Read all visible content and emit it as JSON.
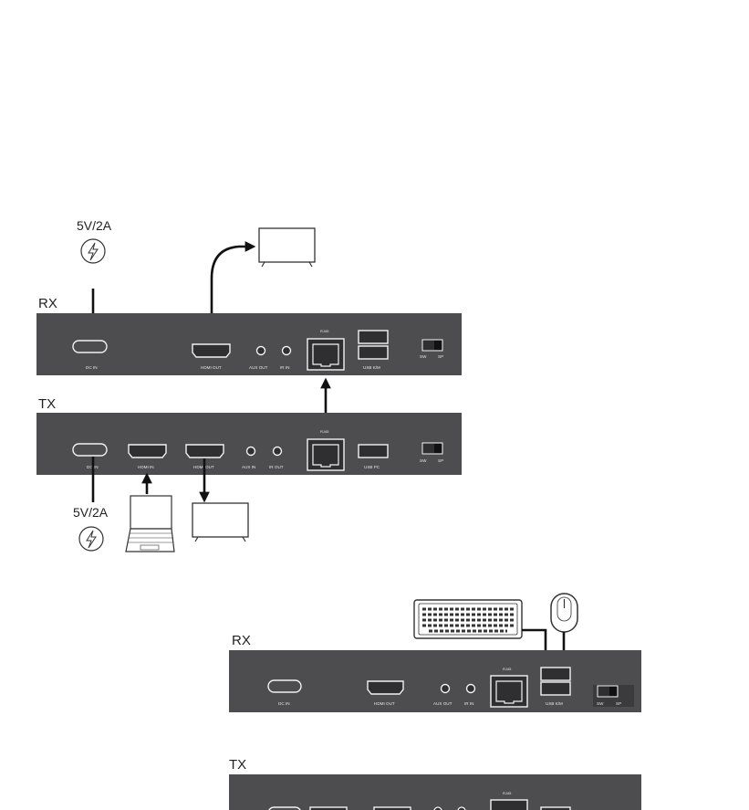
{
  "top_diagram": {
    "rx": {
      "unit_label": "RX",
      "ports": {
        "dc_in": "DC IN",
        "hdmi_out": "HDMI OUT",
        "aux_out": "AUX OUT",
        "ir_in": "IR IN",
        "rj45": "RJ45",
        "usb": "USB K/M",
        "sw": "SW",
        "sp": "SP"
      },
      "power_label": "5V/2A"
    },
    "tx": {
      "unit_label": "TX",
      "ports": {
        "dc_in": "DC IN",
        "hdmi_in": "HDMI IN",
        "hdmi_out": "HDMI OUT",
        "aux_in": "AUX IN",
        "ir_out": "IR OUT",
        "rj45": "RJ45",
        "usb": "USB PC",
        "sw": "SW",
        "sp": "SP"
      },
      "power_label": "5V/2A"
    }
  },
  "bottom_diagram": {
    "rx": {
      "unit_label": "RX",
      "ports": {
        "dc_in": "DC IN",
        "hdmi_out": "HDMI OUT",
        "aux_out": "AUX OUT",
        "ir_in": "IR IN",
        "rj45": "RJ45",
        "usb": "USB K/M",
        "sw": "SW",
        "sp": "SP"
      }
    },
    "tx": {
      "unit_label": "TX",
      "ports": {
        "rj45": "RJ45"
      }
    }
  },
  "icons": {
    "power": "lightning-bolt-icon",
    "display": "tv-monitor-icon",
    "laptop": "laptop-icon",
    "keyboard": "keyboard-icon",
    "mouse": "mouse-icon"
  },
  "colors": {
    "panel": "#4d4d4f",
    "lines": "#111111",
    "background": "#ffffff"
  }
}
